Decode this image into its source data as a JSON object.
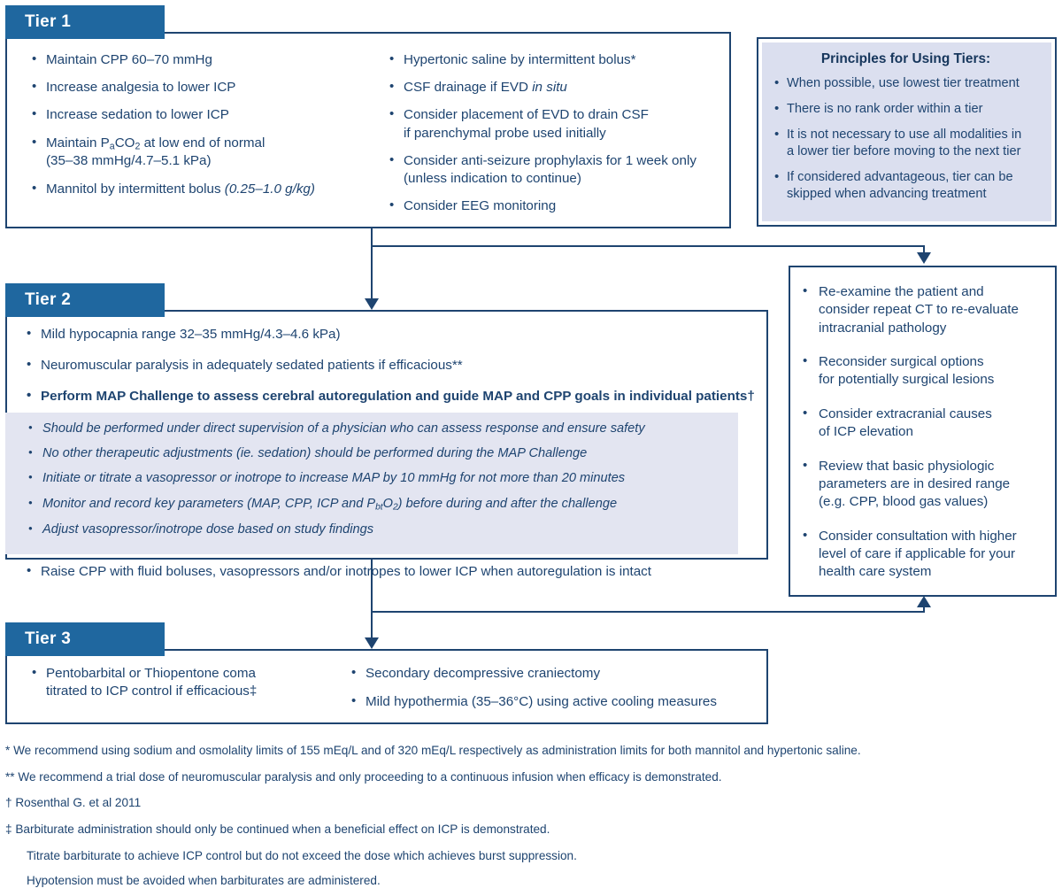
{
  "colors": {
    "tier_tab_blue": "#1f679f",
    "border_navy": "#1e4470",
    "principles_fill": "#dbdfef",
    "map_panel_fill": "#e3e5f1",
    "text_navy": "#1e4470"
  },
  "tier1": {
    "tab_label": "Tier 1",
    "left_items": [
      "Maintain CPP 60–70 mmHg",
      "Increase analgesia to lower ICP",
      "Increase sedation to lower ICP",
      "Maintain PₐCO₂ at low end of normal (35–38 mmHg/4.7–5.1 kPa)",
      "Mannitol by intermittent bolus (0.25–1.0 g/kg)"
    ],
    "left_items_html": [
      "Maintain CPP 60–70 mmHg",
      "Increase analgesia to lower ICP",
      "Increase sedation to lower ICP",
      "Maintain P<sub>a</sub>CO<sub>2</sub> at low end of normal<br>(35–38 mmHg/4.7–5.1 kPa)",
      "Mannitol by intermittent bolus <span class=\"ital\">(0.25–1.0 g/kg)</span>"
    ],
    "right_items": [
      "Hypertonic saline by intermittent bolus*",
      "CSF drainage if EVD in situ",
      "Consider placement of EVD to drain CSF if parenchymal probe used initially",
      "Consider anti-seizure prophylaxis for 1 week only (unless indication to continue)",
      "Consider EEG monitoring"
    ],
    "right_items_html": [
      "Hypertonic saline by intermittent bolus*",
      "CSF drainage if EVD <span class=\"ital\">in situ</span>",
      "Consider placement of EVD to drain CSF<br>if parenchymal probe used initially",
      "Consider anti-seizure prophylaxis for 1 week only<br>(unless indication to continue)",
      "Consider EEG monitoring"
    ]
  },
  "principles": {
    "title": "Principles for Using Tiers:",
    "items": [
      "When possible, use lowest tier treatment",
      "There is no rank order within a tier",
      "It is not necessary to use all modalities in a lower tier before moving to the next tier",
      "If considered advantageous, tier can be skipped when advancing treatment"
    ],
    "items_html": [
      "When possible, use lowest tier treatment",
      "There is no rank order within a tier",
      "It is not necessary to use all modalities in<br>a lower tier before moving to the next tier",
      "If considered advantageous, tier can be<br>skipped when advancing treatment"
    ]
  },
  "tier2": {
    "tab_label": "Tier 2",
    "item_1": "Mild hypocapnia  range 32–35 mmHg/4.3–4.6 kPa)",
    "item_2": "Neuromuscular paralysis in adequately sedated patients if efficacious**",
    "map_item": "Perform MAP Challenge to assess cerebral autoregulation and guide MAP and CPP goals in individual patients†",
    "map_sub_items": [
      "Should be performed under direct supervision of a physician who can assess response and ensure safety",
      "No other therapeutic adjustments (ie. sedation) should be performed during the MAP Challenge",
      "Initiate or titrate a vasopressor or inotrope to increase MAP by 10 mmHg for not more than 20 minutes",
      "Monitor and record key parameters (MAP, CPP, ICP and Pbt O2) before during and after the challenge",
      "Adjust vasopressor/inotrope dose based on study findings"
    ],
    "map_sub_items_html": [
      "Should be performed under direct supervision of a physician who can assess response and ensure safety",
      "No other therapeutic adjustments (ie. sedation) should be performed during the MAP Challenge",
      "Initiate or titrate a vasopressor or inotrope to increase MAP by 10 mmHg for not more than 20 minutes",
      "Monitor and record key parameters (MAP, CPP, ICP and P<sub>bt</sub>O<sub>2</sub>) before during and after the challenge",
      "Adjust vasopressor/inotrope dose based on study findings"
    ],
    "item_last": "Raise CPP with fluid boluses, vasopressors and/or inotropes to lower ICP when autoregulation is intact"
  },
  "reexamine": {
    "items": [
      "Re-examine the patient and consider repeat CT to re-evaluate intracranial pathology",
      "Reconsider surgical options for potentially surgical lesions",
      "Consider extracranial causes of ICP elevation",
      "Review that basic physiologic parameters are in desired range (e.g. CPP, blood gas values)",
      "Consider consultation with higher level of care if applicable for your health care system"
    ],
    "items_html": [
      "Re-examine the patient and<br>consider repeat CT to re-evaluate<br>intracranial pathology",
      "Reconsider surgical options<br>for potentially surgical lesions",
      "Consider extracranial causes<br>of ICP elevation",
      "Review that basic physiologic<br>parameters are in desired range<br>(e.g. CPP, blood gas values)",
      "Consider consultation with higher<br>level of care if applicable for your<br>health care system"
    ]
  },
  "tier3": {
    "tab_label": "Tier 3",
    "left_items": [
      "Pentobarbital or Thiopentone coma titrated to ICP control if efficacious‡"
    ],
    "left_items_html": [
      "Pentobarbital or Thiopentone coma<br>titrated to ICP control if efficacious‡"
    ],
    "right_items": [
      "Secondary decompressive craniectomy",
      "Mild hypothermia (35–36°C) using active cooling measures"
    ],
    "right_items_html": [
      "Secondary decompressive craniectomy",
      "Mild hypothermia (35–36°C) using active cooling measures"
    ]
  },
  "footnotes": [
    "* We recommend using sodium and osmolality limits of 155 mEq/L and of 320 mEq/L respectively as administration limits for both mannitol and hypertonic saline.",
    "** We recommend a trial dose of neuromuscular paralysis and only proceeding to a continuous infusion when efficacy is demonstrated.",
    "† Rosenthal G. et al 2011",
    "‡ Barbiturate administration should only be continued when a beneficial effect on ICP is demonstrated.",
    "Titrate barbiturate to achieve ICP control but do not exceed the dose which achieves burst suppression.",
    "Hypotension must be avoided when barbiturates are administered."
  ]
}
